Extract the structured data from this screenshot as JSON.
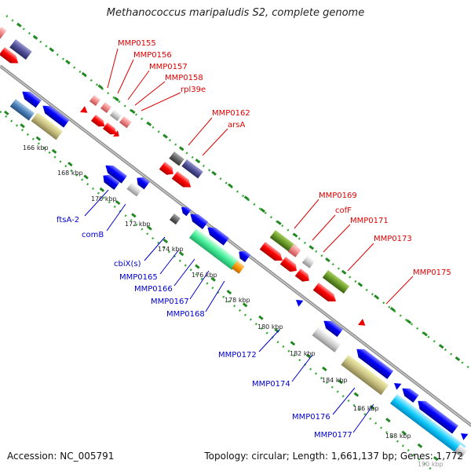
{
  "title": "Methanococcus maripaludis S2, complete genome",
  "accession": "Accession: NC_005791",
  "topology": "Topology: circular; Length: 1,661,137 bp; Genes: 1,772",
  "tick_labels": [
    "166 kbp",
    "168 kbp",
    "170 kbp",
    "172 kbp",
    "174 kbp",
    "176 kbp",
    "178 kbp",
    "180 kbp",
    "182 kbp",
    "184 kbp",
    "186 kbp",
    "188 kbp",
    "190 kbp"
  ],
  "forward_gene_labels": [
    "MMP0155",
    "MMP0156",
    "MMP0157",
    "MMP0158",
    "rpl39e",
    "MMP0162",
    "arsA",
    "MMP0169",
    "cofF",
    "MMP0171",
    "MMP0173",
    "MMP0175"
  ],
  "reverse_gene_labels": [
    "ftsA-2",
    "comB",
    "cbiX(s)",
    "MMP0165",
    "MMP0166",
    "MMP0167",
    "MMP0168",
    "MMP0172",
    "MMP0174",
    "MMP0176",
    "MMP0177"
  ],
  "colors": {
    "forward_label": "#dd0000",
    "reverse_label": "#0000cc",
    "backbone": "#999999",
    "dots": "#33aa33",
    "dashes": "#228822"
  }
}
